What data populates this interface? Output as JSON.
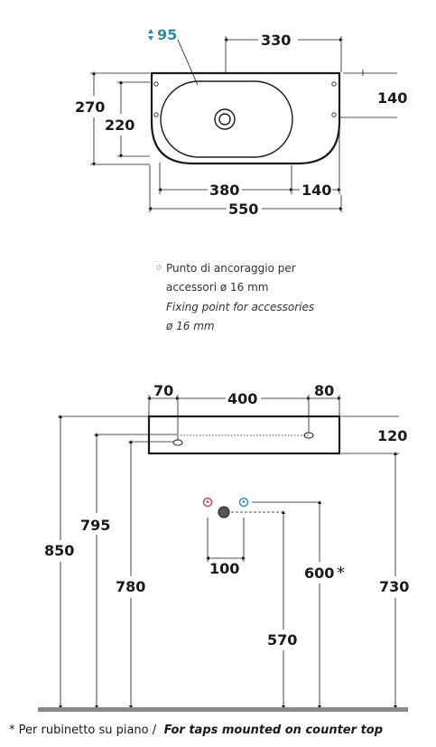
{
  "top_view": {
    "depth_label": "95",
    "dim_330": "330",
    "dim_270": "270",
    "dim_220": "220",
    "dim_140_right": "140",
    "dim_380": "380",
    "dim_140_bottom": "140",
    "dim_550": "550"
  },
  "legend": {
    "line1": "Punto di ancoraggio per",
    "line2": "accessori ø 16 mm",
    "line3": "Fixing point for accessories",
    "line4": "ø 16 mm"
  },
  "front_view": {
    "dim_70": "70",
    "dim_400": "400",
    "dim_80": "80",
    "dim_120": "120",
    "dim_850": "850",
    "dim_795": "795",
    "dim_780": "780",
    "dim_100": "100",
    "dim_600": "600",
    "dim_600_mark": "*",
    "dim_570": "570",
    "dim_730": "730"
  },
  "footnote": {
    "italian": "* Per rubinetto su piano /",
    "english": "For taps mounted on counter top"
  },
  "colors": {
    "line": "#1a1a1a",
    "accent_teal": "#2a8fa3",
    "hot_red": "#c9413a",
    "cold_teal": "#2a8fa3",
    "floor": "#8a8a8a"
  }
}
